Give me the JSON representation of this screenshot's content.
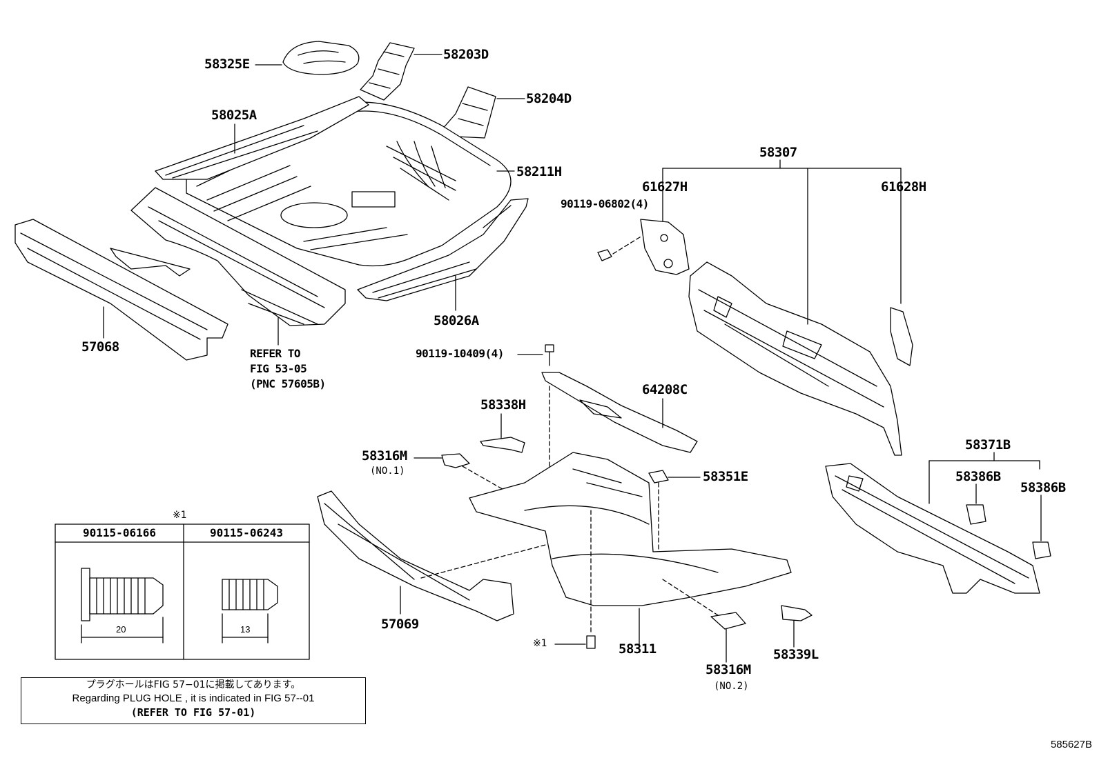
{
  "parts": {
    "p58325E": "58325E",
    "p58203D": "58203D",
    "p58204D": "58204D",
    "p58025A": "58025A",
    "p58211H": "58211H",
    "p57068": "57068",
    "p58026A": "58026A",
    "p58307": "58307",
    "p61627H": "61627H",
    "p61628H": "61628H",
    "p90119_06802": "90119-06802(4)",
    "p90119_10409": "90119-10409(4)",
    "p64208C": "64208C",
    "p58338H": "58338H",
    "p58316M_1": "58316M",
    "p58316M_1_sub": "(NO.1)",
    "p58351E": "58351E",
    "p58371B": "58371B",
    "p58386B_a": "58386B",
    "p58386B_b": "58386B",
    "p57069": "57069",
    "p58311": "58311",
    "p58316M_2": "58316M",
    "p58316M_2_sub": "(NO.2)",
    "p58339L": "58339L",
    "mark1": "※1"
  },
  "refer_note": [
    "REFER TO",
    "FIG 53-05",
    "(PNC 57605B)"
  ],
  "plug_table": {
    "mark": "※1",
    "columns": [
      {
        "part": "90115-06166",
        "dimension": "20"
      },
      {
        "part": "90115-06243",
        "dimension": "13"
      }
    ]
  },
  "notice": {
    "japanese": "プラグホールはFIG 57−01に掲載してあります。",
    "english": "Regarding PLUG HOLE , it is indicated in FIG 57--01",
    "reference": "(REFER TO FIG 57-01)"
  },
  "figure_number": "585627B"
}
